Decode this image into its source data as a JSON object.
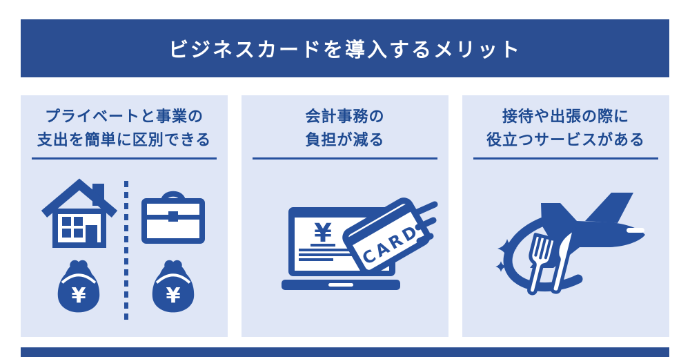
{
  "header": {
    "title": "ビジネスカードを導入するメリット"
  },
  "cards": [
    {
      "title_line1": "プライベートと事業の",
      "title_line2": "支出を簡単に区別できる",
      "private_purse_label": "¥",
      "business_purse_label": "¥",
      "icons": [
        "house-icon",
        "dashed-divider",
        "briefcase-icon",
        "coin-purse-icon",
        "coin-purse-icon"
      ]
    },
    {
      "title_line1": "会計事務の",
      "title_line2": "負担が減る",
      "screen_yen_label": "¥",
      "card_label": "CARD",
      "icons": [
        "laptop-icon",
        "credit-card-icon",
        "speed-lines-icon"
      ]
    },
    {
      "title_line1": "接待や出張の際に",
      "title_line2": "役立つサービスがある",
      "icons": [
        "airplane-icon",
        "swoosh-icon",
        "sparkles-icon",
        "fork-icon",
        "knife-icon"
      ]
    }
  ],
  "colors": {
    "banner_navy": "#2B4E92",
    "icon_blue": "#27519E",
    "card_bg": "#DFE6F6",
    "title_text": "#1D4990"
  }
}
